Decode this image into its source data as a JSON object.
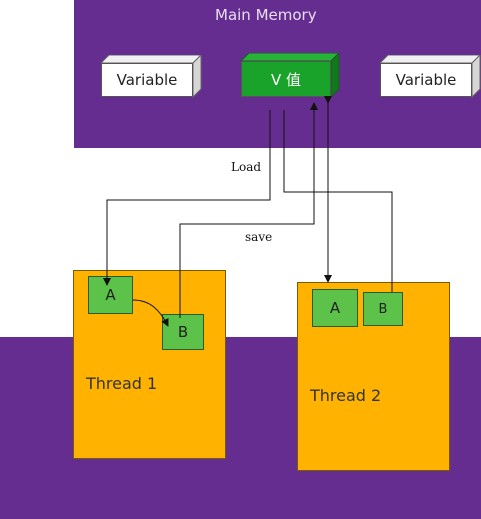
{
  "main_memory": {
    "title": "Main Memory",
    "variables": [
      {
        "label": "Variable"
      },
      {
        "label": "V 值"
      },
      {
        "label": "Variable"
      }
    ]
  },
  "threads": [
    {
      "label": "Thread 1",
      "cells": [
        {
          "label": "A"
        },
        {
          "label": "B"
        }
      ]
    },
    {
      "label": "Thread 2",
      "cells": [
        {
          "label": "A"
        },
        {
          "label": "B"
        }
      ]
    }
  ],
  "arrows": {
    "load_label": "Load",
    "save_label": "save"
  },
  "colors": {
    "purple": "#662d91",
    "orange": "#ffb300",
    "light_green": "#5cc24a",
    "dark_green": "#1aa32a"
  }
}
